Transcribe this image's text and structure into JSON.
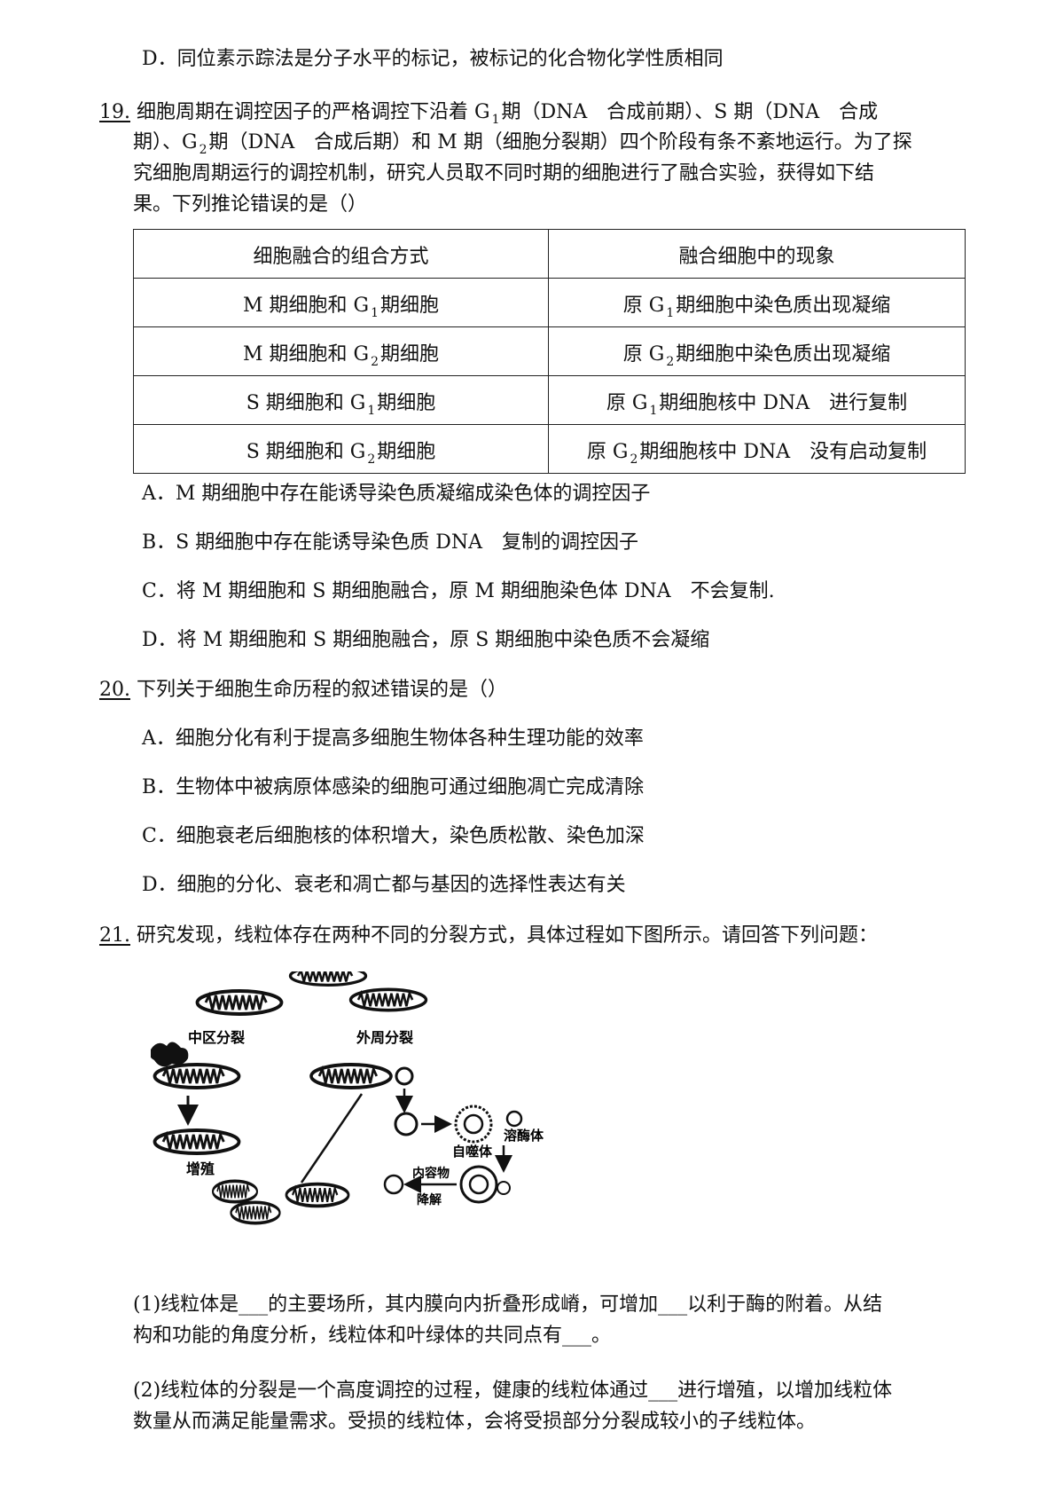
{
  "q18": {
    "option_d": "D．同位素示踪法是分子水平的标记，被标记的化合物化学性质相同"
  },
  "q19": {
    "number": "19.",
    "stem_1a": "细胞周期在调控因子的严格调控下沿着 G",
    "stem_1b": "期（DNA　合成前期）、S 期（DNA　合成",
    "stem_2a": "期）、G",
    "stem_2b": "期（DNA　合成后期）和 M 期（细胞分裂期）四个阶段有条不紊地运行。为了探",
    "stem_3": "究细胞周期运行的调控机制，研究人员取不同时期的细胞进行了融合实验，获得如下结",
    "stem_4": "果。下列推论错误的是（）",
    "table": {
      "headers": [
        "细胞融合的组合方式",
        "融合细胞中的现象"
      ],
      "rows": [
        {
          "c1a": "M 期细胞和 G",
          "c1s": "1",
          "c1b": "期细胞",
          "c2a": "原 G",
          "c2s": "1",
          "c2b": "期细胞中染色质出现凝缩"
        },
        {
          "c1a": "M 期细胞和 G",
          "c1s": "2",
          "c1b": "期细胞",
          "c2a": "原 G",
          "c2s": "2",
          "c2b": "期细胞中染色质出现凝缩"
        },
        {
          "c1a": "S 期细胞和 G",
          "c1s": "1",
          "c1b": "期细胞",
          "c2a": "原 G",
          "c2s": "1",
          "c2b": "期细胞核中 DNA　进行复制"
        },
        {
          "c1a": "S 期细胞和 G",
          "c1s": "2",
          "c1b": "期细胞",
          "c2a": "原 G",
          "c2s": "2",
          "c2b": "期细胞核中 DNA　没有启动复制"
        }
      ]
    },
    "options": {
      "a": "A．M 期细胞中存在能诱导染色质凝缩成染色体的调控因子",
      "b": "B．S 期细胞中存在能诱导染色质 DNA　复制的调控因子",
      "c": "C．将 M 期细胞和 S 期细胞融合，原 M 期细胞染色体 DNA　不会复制.",
      "d": "D．将 M 期细胞和 S 期细胞融合，原 S 期细胞中染色质不会凝缩"
    }
  },
  "q20": {
    "number": "20.",
    "stem": "下列关于细胞生命历程的叙述错误的是（）",
    "options": {
      "a": "A．细胞分化有利于提高多细胞生物体各种生理功能的效率",
      "b": "B．生物体中被病原体感染的细胞可通过细胞凋亡完成清除",
      "c": "C．细胞衰老后细胞核的体积增大，染色质松散、染色加深",
      "d": "D．细胞的分化、衰老和凋亡都与基因的选择性表达有关"
    }
  },
  "q21": {
    "number": "21.",
    "stem": "研究发现，线粒体存在两种不同的分裂方式，具体过程如下图所示。请回答下列问题：",
    "figure": {
      "label_central": "中区分裂",
      "label_peripheral": "外周分裂",
      "label_proliferation": "增殖",
      "label_autophagosome": "自噬体",
      "label_lysosome": "溶酶体",
      "label_degradation_1": "内容物",
      "label_degradation_2": "降解"
    },
    "sub1_line1": "(1)线粒体是___的主要场所，其内膜向内折叠形成嵴，可增加___以利于酶的附着。从结",
    "sub1_line2": "构和功能的角度分析，线粒体和叶绿体的共同点有___。",
    "sub2_line1": "(2)线粒体的分裂是一个高度调控的过程，健康的线粒体通过___进行增殖，以增加线粒体",
    "sub2_line2": "数量从而满足能量需求。受损的线粒体，会将受损部分分裂成较小的子线粒体。"
  }
}
